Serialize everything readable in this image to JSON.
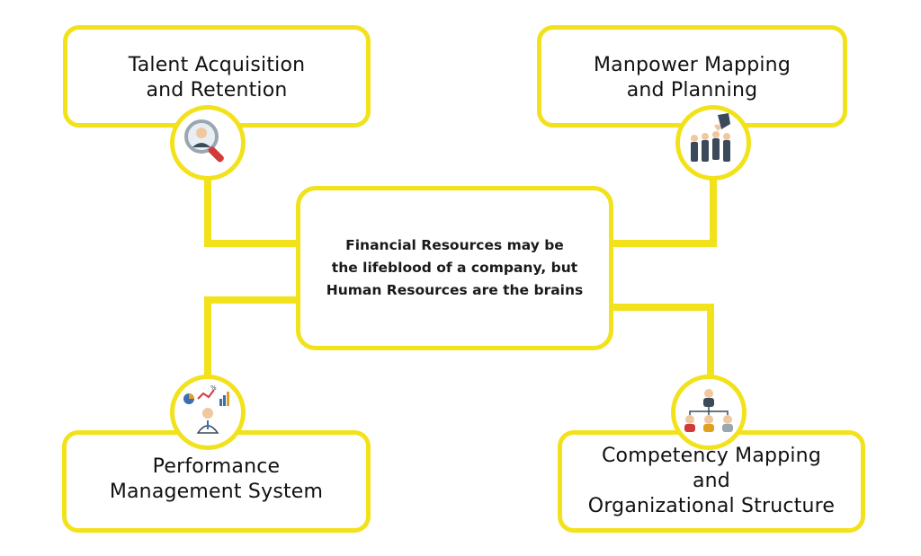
{
  "diagram": {
    "center_text": "Financial Resources may be\nthe lifeblood of a company, but\nHuman Resources are the brains",
    "nodes": {
      "top_left": {
        "label": "Talent Acquisition\nand Retention",
        "icon": "magnifier-person-icon"
      },
      "top_right": {
        "label": "Manpower Mapping\nand Planning",
        "icon": "hand-picking-person-icon"
      },
      "bottom_left": {
        "label": "Performance\nManagement System",
        "icon": "businessman-charts-icon"
      },
      "bottom_right": {
        "label": "Competency Mapping\nand\nOrganizational Structure",
        "icon": "org-chart-icon"
      }
    },
    "colors": {
      "accent": "#f2e21b",
      "background": "#ffffff",
      "text": "#111111"
    }
  }
}
